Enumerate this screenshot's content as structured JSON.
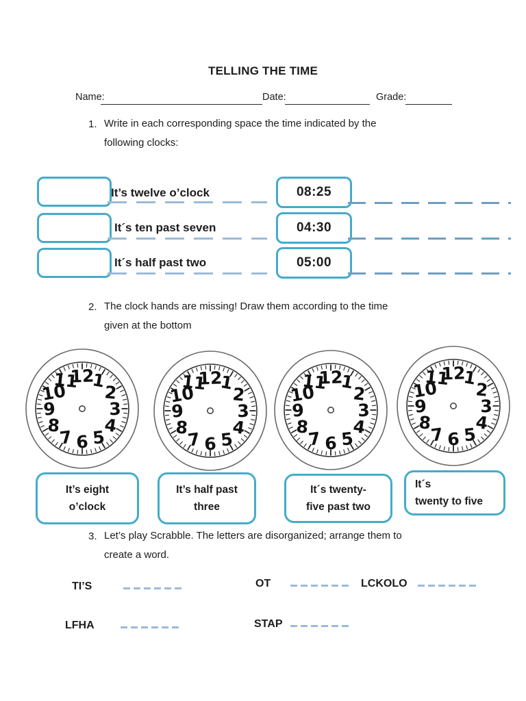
{
  "title": "TELLING THE TIME",
  "header": {
    "name_label": "Name:",
    "date_label": "Date:",
    "grade_label": "Grade:"
  },
  "q1": {
    "number": "1.",
    "line1": "Write in each corresponding space the time indicated by the",
    "line2": "following clocks:",
    "rows": [
      {
        "phrase": "It’s twelve o’clock",
        "time": "08:25"
      },
      {
        "phrase": "It´s ten past seven",
        "time": "04:30"
      },
      {
        "phrase": "It´s half past two",
        "time": "05:00"
      }
    ]
  },
  "q2": {
    "number": "2.",
    "line1": "The clock hands are missing! Draw them according to the time",
    "line2": "given at the bottom",
    "clocks": {
      "numbers": [
        12,
        1,
        2,
        3,
        4,
        5,
        6,
        7,
        8,
        9,
        10,
        11
      ]
    },
    "labels": [
      {
        "line1": "It’s eight",
        "line2": "o’clock"
      },
      {
        "line1": "It’s half past",
        "line2": "three"
      },
      {
        "line1": "It´s twenty-",
        "line2": "five past two"
      },
      {
        "line1": "It´s",
        "line2": "twenty to five"
      }
    ]
  },
  "q3": {
    "number": "3.",
    "line1": "Let’s play Scrabble. The letters are disorganized; arrange them to",
    "line2": "create a word.",
    "items": [
      "TI’S",
      "OT",
      "LCKOLO",
      "LFHA",
      "STAP"
    ]
  },
  "colors": {
    "accent_teal": "#45abc9",
    "dash_light": "#9cbad8",
    "dash_steel": "#6d9dc2",
    "ink": "#1c1c1c"
  }
}
